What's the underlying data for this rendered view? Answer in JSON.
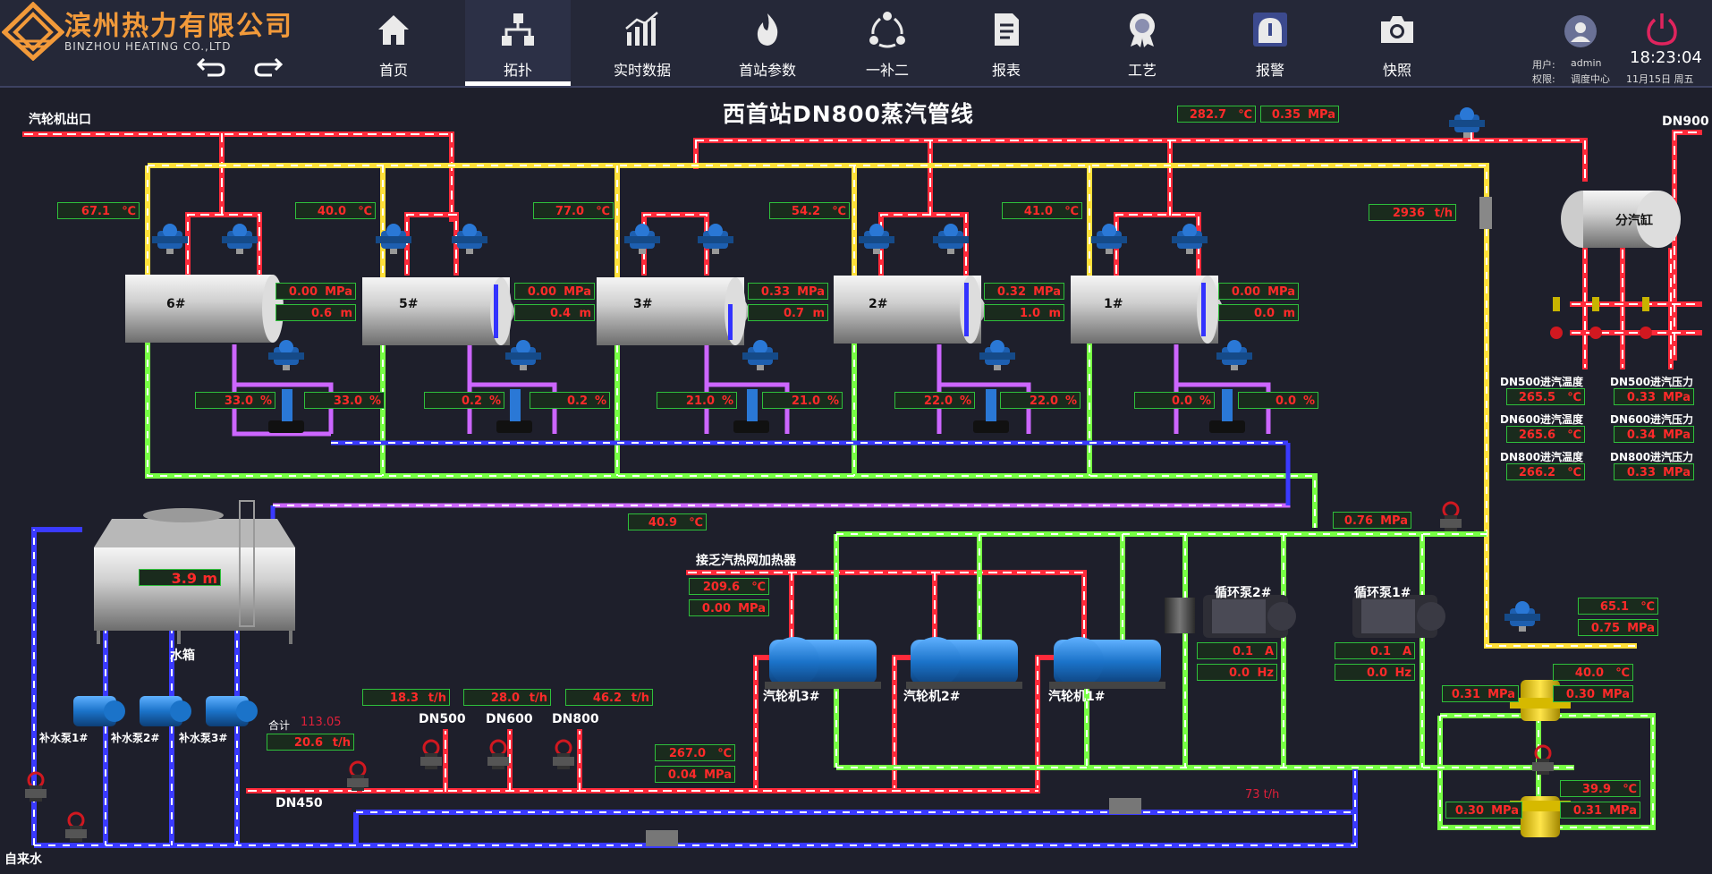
{
  "company": {
    "name_cn": "滨州热力有限公司",
    "name_en": "BINZHOU HEATING CO.,LTD"
  },
  "nav": [
    {
      "label": "首页",
      "icon": "home-icon"
    },
    {
      "label": "拓扑",
      "icon": "topology-icon",
      "active": true
    },
    {
      "label": "实时数据",
      "icon": "realtime-chart-icon"
    },
    {
      "label": "首站参数",
      "icon": "flame-icon"
    },
    {
      "label": "一补二",
      "icon": "cycle-icon"
    },
    {
      "label": "报表",
      "icon": "report-icon"
    },
    {
      "label": "工艺",
      "icon": "badge-icon"
    },
    {
      "label": "报警",
      "icon": "alarm-icon"
    },
    {
      "label": "快照",
      "icon": "camera-icon"
    }
  ],
  "user": {
    "user_label": "用户:",
    "user": "admin",
    "role_label": "权限:",
    "role": "调度中心"
  },
  "clock": {
    "time": "18:23:04",
    "date": "11月15日  周五"
  },
  "title": "西首站DN800蒸汽管线",
  "labels": {
    "turbine_outlet": "汽轮机出口",
    "dn900": "DN900",
    "header_tank": "分汽缸",
    "heat_net_heater": "接乏汽热网加热器",
    "water_tank": "水箱",
    "tap_water": "自来水",
    "dn450": "DN450",
    "dn500": "DN500",
    "dn600": "DN600",
    "dn800": "DN800",
    "total_label": "合计",
    "total_value": "113.05",
    "flow_73": "73   t/h"
  },
  "heaters": [
    {
      "name": "6#",
      "temp": "67.1",
      "press": "0.00",
      "level": "0.6",
      "valve_a": "33.0",
      "valve_b": "33.0"
    },
    {
      "name": "5#",
      "temp": "40.0",
      "press": "0.00",
      "level": "0.4",
      "valve_a": "0.2",
      "valve_b": "0.2"
    },
    {
      "name": "3#",
      "temp": "77.0",
      "press": "0.33",
      "level": "0.7",
      "valve_a": "21.0",
      "valve_b": "21.0"
    },
    {
      "name": "2#",
      "temp": "54.2",
      "press": "0.32",
      "level": "1.0",
      "valve_a": "22.0",
      "valve_b": "22.0"
    },
    {
      "name": "1#",
      "temp": "41.0",
      "press": "0.00",
      "level": "0.0",
      "valve_a": "0.0",
      "valve_b": "0.0"
    }
  ],
  "units": {
    "c": "℃",
    "mpa": "MPa",
    "m": "m",
    "pct": "%",
    "th": "t/h",
    "a": "A",
    "hz": "Hz"
  },
  "main_steam": {
    "temp": "282.7",
    "press": "0.35",
    "flow": "2936"
  },
  "inlets": [
    {
      "temp_label": "DN500进汽温度",
      "temp": "265.5",
      "press_label": "DN500进汽压力",
      "press": "0.33"
    },
    {
      "temp_label": "DN600进汽温度",
      "temp": "265.6",
      "press_label": "DN600进汽压力",
      "press": "0.34"
    },
    {
      "temp_label": "DN800进汽温度",
      "temp": "266.2",
      "press_label": "DN800进汽压力",
      "press": "0.33"
    }
  ],
  "return_temp": "40.9",
  "tank_level": "3.9",
  "circ_pressure": "0.76",
  "heater_in": {
    "temp": "209.6",
    "press": "0.00"
  },
  "turbines": [
    "汽轮机3#",
    "汽轮机2#",
    "汽轮机1#"
  ],
  "circ_pumps": [
    {
      "name": "循环泵2#",
      "current": "0.1",
      "freq": "0.0"
    },
    {
      "name": "循环泵1#",
      "current": "0.1",
      "freq": "0.0"
    }
  ],
  "makeup_pumps": [
    "补水泵1#",
    "补水泵2#",
    "补水泵3#"
  ],
  "flows": {
    "makeup": "20.6",
    "dn500": "18.3",
    "dn600": "28.0",
    "dn800": "46.2"
  },
  "exhaust": {
    "temp": "267.0",
    "press": "0.04"
  },
  "right_side": {
    "temp1": "65.1",
    "press1": "0.75",
    "temp2": "40.0",
    "p_left": "0.31",
    "p_right": "0.30",
    "temp3": "39.9",
    "p_left2": "0.30",
    "p_right2": "0.31"
  },
  "colors": {
    "steam": "#ff2a3a",
    "supply": "#ffe03a",
    "hot_water": "#77ff44",
    "cold_water": "#3a3aff",
    "drain": "#cc66ff"
  }
}
